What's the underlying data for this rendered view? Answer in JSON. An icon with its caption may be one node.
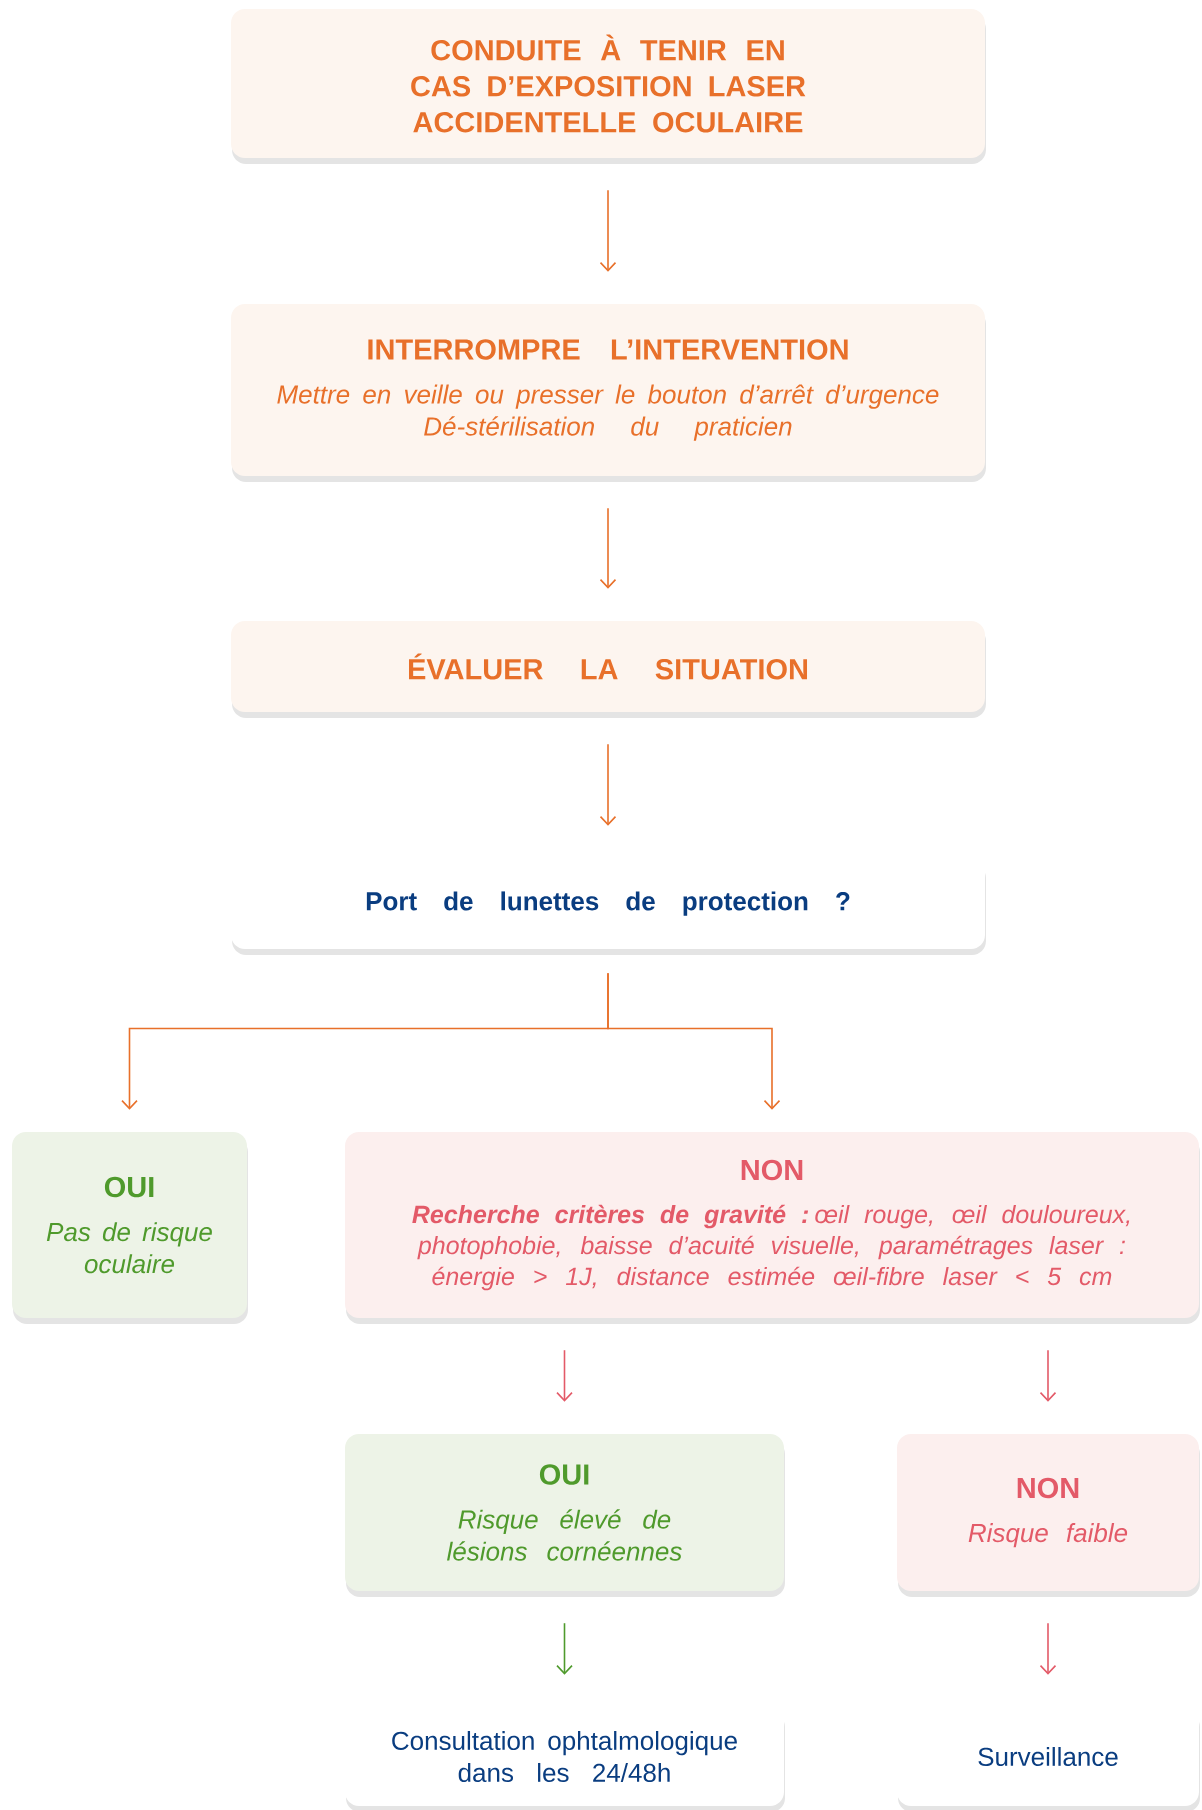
{
  "diagram": {
    "nodes": [
      {
        "text": [
          "CONDUITE À TENIR EN CAS D’EXPOSITION LASER ACCIDENTELLE OCULAIRE"
        ]
      },
      {
        "text": [
          "INTERROMPRE L’INTERVENTION",
          "Mettre en veille ou presser le bouton d’arrêt d’urgence",
          "Dé-stérilisation du praticien"
        ]
      },
      {
        "text": [
          "ÉVALUER LA SITUATION"
        ]
      },
      {
        "text": [
          "Port de lunettes de protection ?"
        ]
      },
      {
        "text": [
          "OUI",
          "Pas de risque oculaire"
        ]
      },
      {
        "text": [
          "NON",
          "**Recherche critères de gravité :** œil rouge, œil douloureux, photophobie, baisse d’acuité visuelle, paramétrages laser : énergie > 1J, distance estimée œil-fibre laser < 5 cm"
        ]
      },
      {
        "text": [
          "OUI",
          "Risque élevé de lésions cornéennes"
        ]
      },
      {
        "text": [
          "NON",
          "Risque faible"
        ]
      },
      {
        "text": [
          "Consultation ophtalmologique dans les 24/48h"
        ]
      },
      {
        "text": [
          "Surveillance"
        ]
      }
    ],
    "edges": [
      {
        "from": 0,
        "to": 1,
        "arrow": "to",
        "color": "#e8702a"
      },
      {
        "from": 1,
        "to": 2,
        "arrow": "to",
        "color": "#e8702a"
      },
      {
        "from": 2,
        "to": 3,
        "arrow": "to",
        "color": "#e8702a"
      },
      {
        "from": 3,
        "to": 4,
        "arrow": "to",
        "color": "#e8702a"
      },
      {
        "from": 3,
        "to": 5,
        "arrow": "to",
        "color": "#e8702a"
      },
      {
        "from": 5,
        "to": 6,
        "arrow": "to",
        "color": "#e35a68"
      },
      {
        "from": 5,
        "to": 7,
        "arrow": "to",
        "color": "#e35a68"
      },
      {
        "from": 6,
        "to": 8,
        "arrow": "to",
        "color": "#4f9a2c"
      },
      {
        "from": 7,
        "to": 9,
        "arrow": "to",
        "color": "#e35a68"
      }
    ]
  }
}
